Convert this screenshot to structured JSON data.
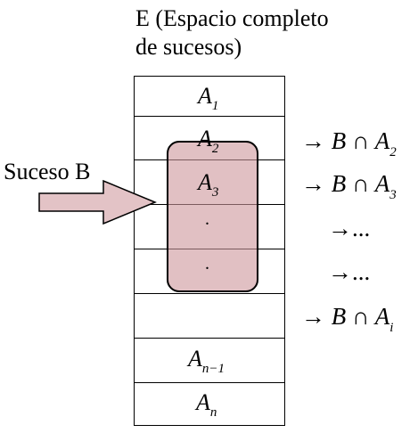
{
  "title": {
    "line1": "E (Espacio completo",
    "line2": "de sucesos)"
  },
  "event_label": "Suceso B",
  "cells": [
    {
      "letter": "A",
      "sub": "1"
    },
    {
      "letter": "A",
      "sub": "2"
    },
    {
      "letter": "A",
      "sub": "3"
    },
    {
      "letter": "",
      "sub": "",
      "dot": "."
    },
    {
      "letter": "",
      "sub": "",
      "dot": "."
    },
    {
      "letter": "",
      "sub": ""
    },
    {
      "letter": "A",
      "sub": "n−1"
    },
    {
      "letter": "A",
      "sub": "n"
    }
  ],
  "intersections": [
    {
      "arrow": "→",
      "left": "B ∩ A",
      "sub": "2"
    },
    {
      "arrow": "→",
      "left": "B ∩ A",
      "sub": "3"
    },
    {
      "arrow": "→",
      "left": "...",
      "sub": ""
    },
    {
      "arrow": "→",
      "left": "...",
      "sub": ""
    },
    {
      "arrow": "→",
      "left": "B ∩ A",
      "sub": "i"
    }
  ],
  "colors": {
    "event_fill": "#d9a7ab",
    "arrow_fill": "#e3c3c6",
    "border": "#000000"
  }
}
